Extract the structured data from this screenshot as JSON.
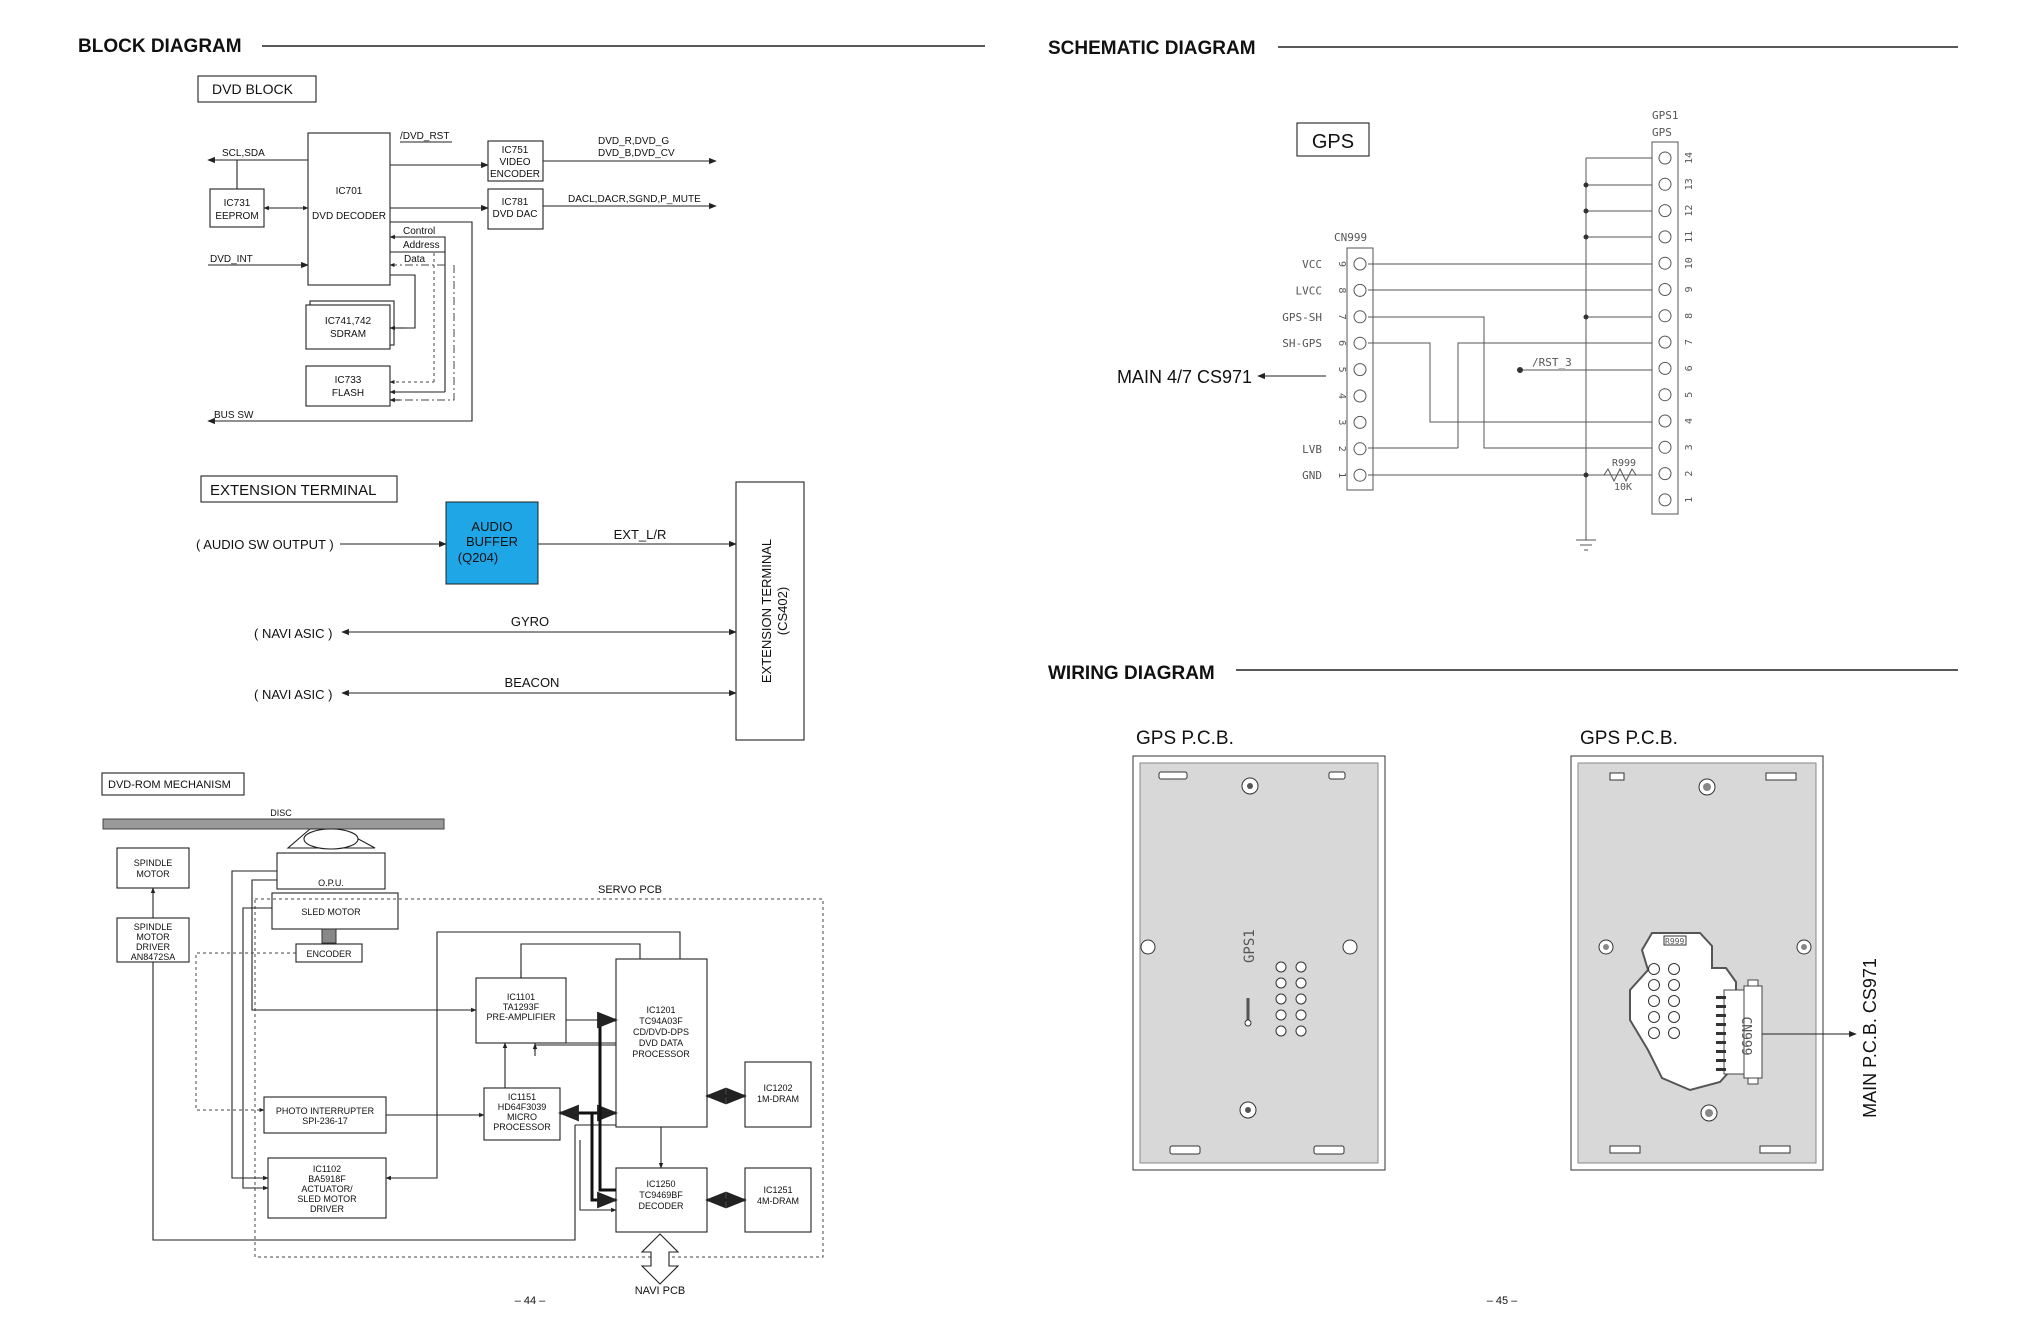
{
  "headings": {
    "block": "BLOCK DIAGRAM",
    "schematic": "SCHEMATIC DIAGRAM",
    "wiring": "WIRING DIAGRAM"
  },
  "pages": {
    "left": "– 44 –",
    "right": "– 45 –"
  },
  "dvd_block": {
    "title": "DVD  BLOCK",
    "ic701": [
      "IC701",
      "DVD DECODER"
    ],
    "ic731": [
      "IC731",
      "EEPROM"
    ],
    "ic751": [
      "IC751",
      "VIDEO",
      "ENCODER"
    ],
    "ic781": [
      "IC781",
      "DVD DAC"
    ],
    "ic741": [
      "IC741,742",
      "SDRAM"
    ],
    "ic733": [
      "IC733",
      "FLASH"
    ],
    "scl": "SCL,SDA",
    "dvd_int": "DVD_INT",
    "dvd_rst": "/DVD_RST",
    "video_out": [
      "DVD_R,DVD_G",
      "DVD_B,DVD_CV"
    ],
    "dac_out": "DACL,DACR,SGND,P_MUTE",
    "control": "Control",
    "address": "Address",
    "data": "Data",
    "bus_sw": "BUS SW"
  },
  "ext": {
    "title": "EXTENSION TERMINAL",
    "audio_sw": "( AUDIO SW OUTPUT )",
    "buffer": [
      "AUDIO",
      "BUFFER",
      "(Q204)"
    ],
    "ext_lr": "EXT_L/R",
    "terminal": [
      "EXTENSION TERMINAL",
      "(CS402)"
    ],
    "navi1": "( NAVI ASIC )",
    "navi2": "( NAVI ASIC )",
    "gyro": "GYRO",
    "beacon": "BEACON",
    "buffer_color": "#1ea6e6"
  },
  "rom": {
    "title": "DVD-ROM MECHANISM",
    "disc": "DISC",
    "opu": "O.P.U.",
    "sled": "SLED MOTOR",
    "encoder": "ENCODER",
    "spindle": [
      "SPINDLE",
      "MOTOR"
    ],
    "spindle_drv": [
      "SPINDLE",
      "MOTOR",
      "DRIVER",
      "AN8472SA"
    ],
    "servo": "SERVO PCB",
    "ic1101": [
      "IC1101",
      "TA1293F",
      "PRE-AMPLIFIER"
    ],
    "ic1201": [
      "IC1201",
      "TC94A03F",
      "CD/DVD-DPS",
      "DVD DATA",
      "PROCESSOR"
    ],
    "ic1202": [
      "IC1202",
      "1M-DRAM"
    ],
    "ic1151": [
      "IC1151",
      "HD64F3039",
      "MICRO",
      "PROCESSOR"
    ],
    "photo": [
      "PHOTO INTERRUPTER",
      "SPI-236-17"
    ],
    "ic1102": [
      "IC1102",
      "BA5918F",
      "ACTUATOR/",
      "SLED MOTOR",
      "DRIVER"
    ],
    "ic1250": [
      "IC1250",
      "TC9469BF",
      "DECODER"
    ],
    "ic1251": [
      "IC1251",
      "4M-DRAM"
    ],
    "navi": "NAVI PCB"
  },
  "schematic": {
    "gps": "GPS",
    "gps1": [
      "GPS1",
      "GPS"
    ],
    "cn999": "CN999",
    "cn_pins": [
      "9",
      "8",
      "7",
      "6",
      "5",
      "4",
      "3",
      "2",
      "1"
    ],
    "cn_labels": [
      "VCC",
      "LVCC",
      "GPS-SH",
      "SH-GPS",
      "",
      "",
      "",
      "LVB",
      "GND"
    ],
    "gps_pins": [
      "14",
      "13",
      "12",
      "11",
      "10",
      "9",
      "8",
      "7",
      "6",
      "5",
      "4",
      "3",
      "2",
      "1"
    ],
    "main": "MAIN 4/7 CS971",
    "rst": "/RST_3",
    "res": [
      "R999",
      "10K"
    ]
  },
  "wiring": {
    "pcb1": "GPS P.C.B.",
    "pcb2": "GPS P.C.B.",
    "gps1_silk": "GPS1",
    "cn999_silk": "CN999",
    "r_silk": "R999",
    "main": "MAIN P.C.B. CS971",
    "board_color": "#d8d8d8"
  }
}
